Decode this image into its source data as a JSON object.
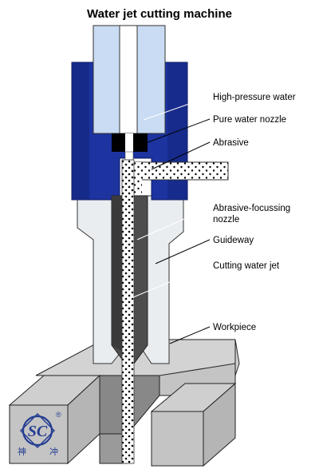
{
  "diagram": {
    "title": "Water jet cutting machine",
    "labels": {
      "high_pressure_water": "High-pressure water",
      "pure_water_nozzle": "Pure water nozzle",
      "abrasive": "Abrasive",
      "abrasive_focussing_nozzle_line1": "Abrasive-focussing",
      "abrasive_focussing_nozzle_line2": "nozzle",
      "guideway": "Guideway",
      "cutting_water_jet": "Cutting water jet",
      "workpiece": "Workpiece"
    },
    "logo": {
      "letters": "SC",
      "registered": "®",
      "char_left": "神",
      "char_right": "冲"
    },
    "colors": {
      "housing_blue": "#1c33a0",
      "water_light_blue": "#c9dcf3",
      "guideway_light": "#e9edf0",
      "nozzle_dark": "#4d4d4d",
      "workpiece_gray": "#c4c4c4",
      "logo_blue": "#243d92"
    }
  }
}
